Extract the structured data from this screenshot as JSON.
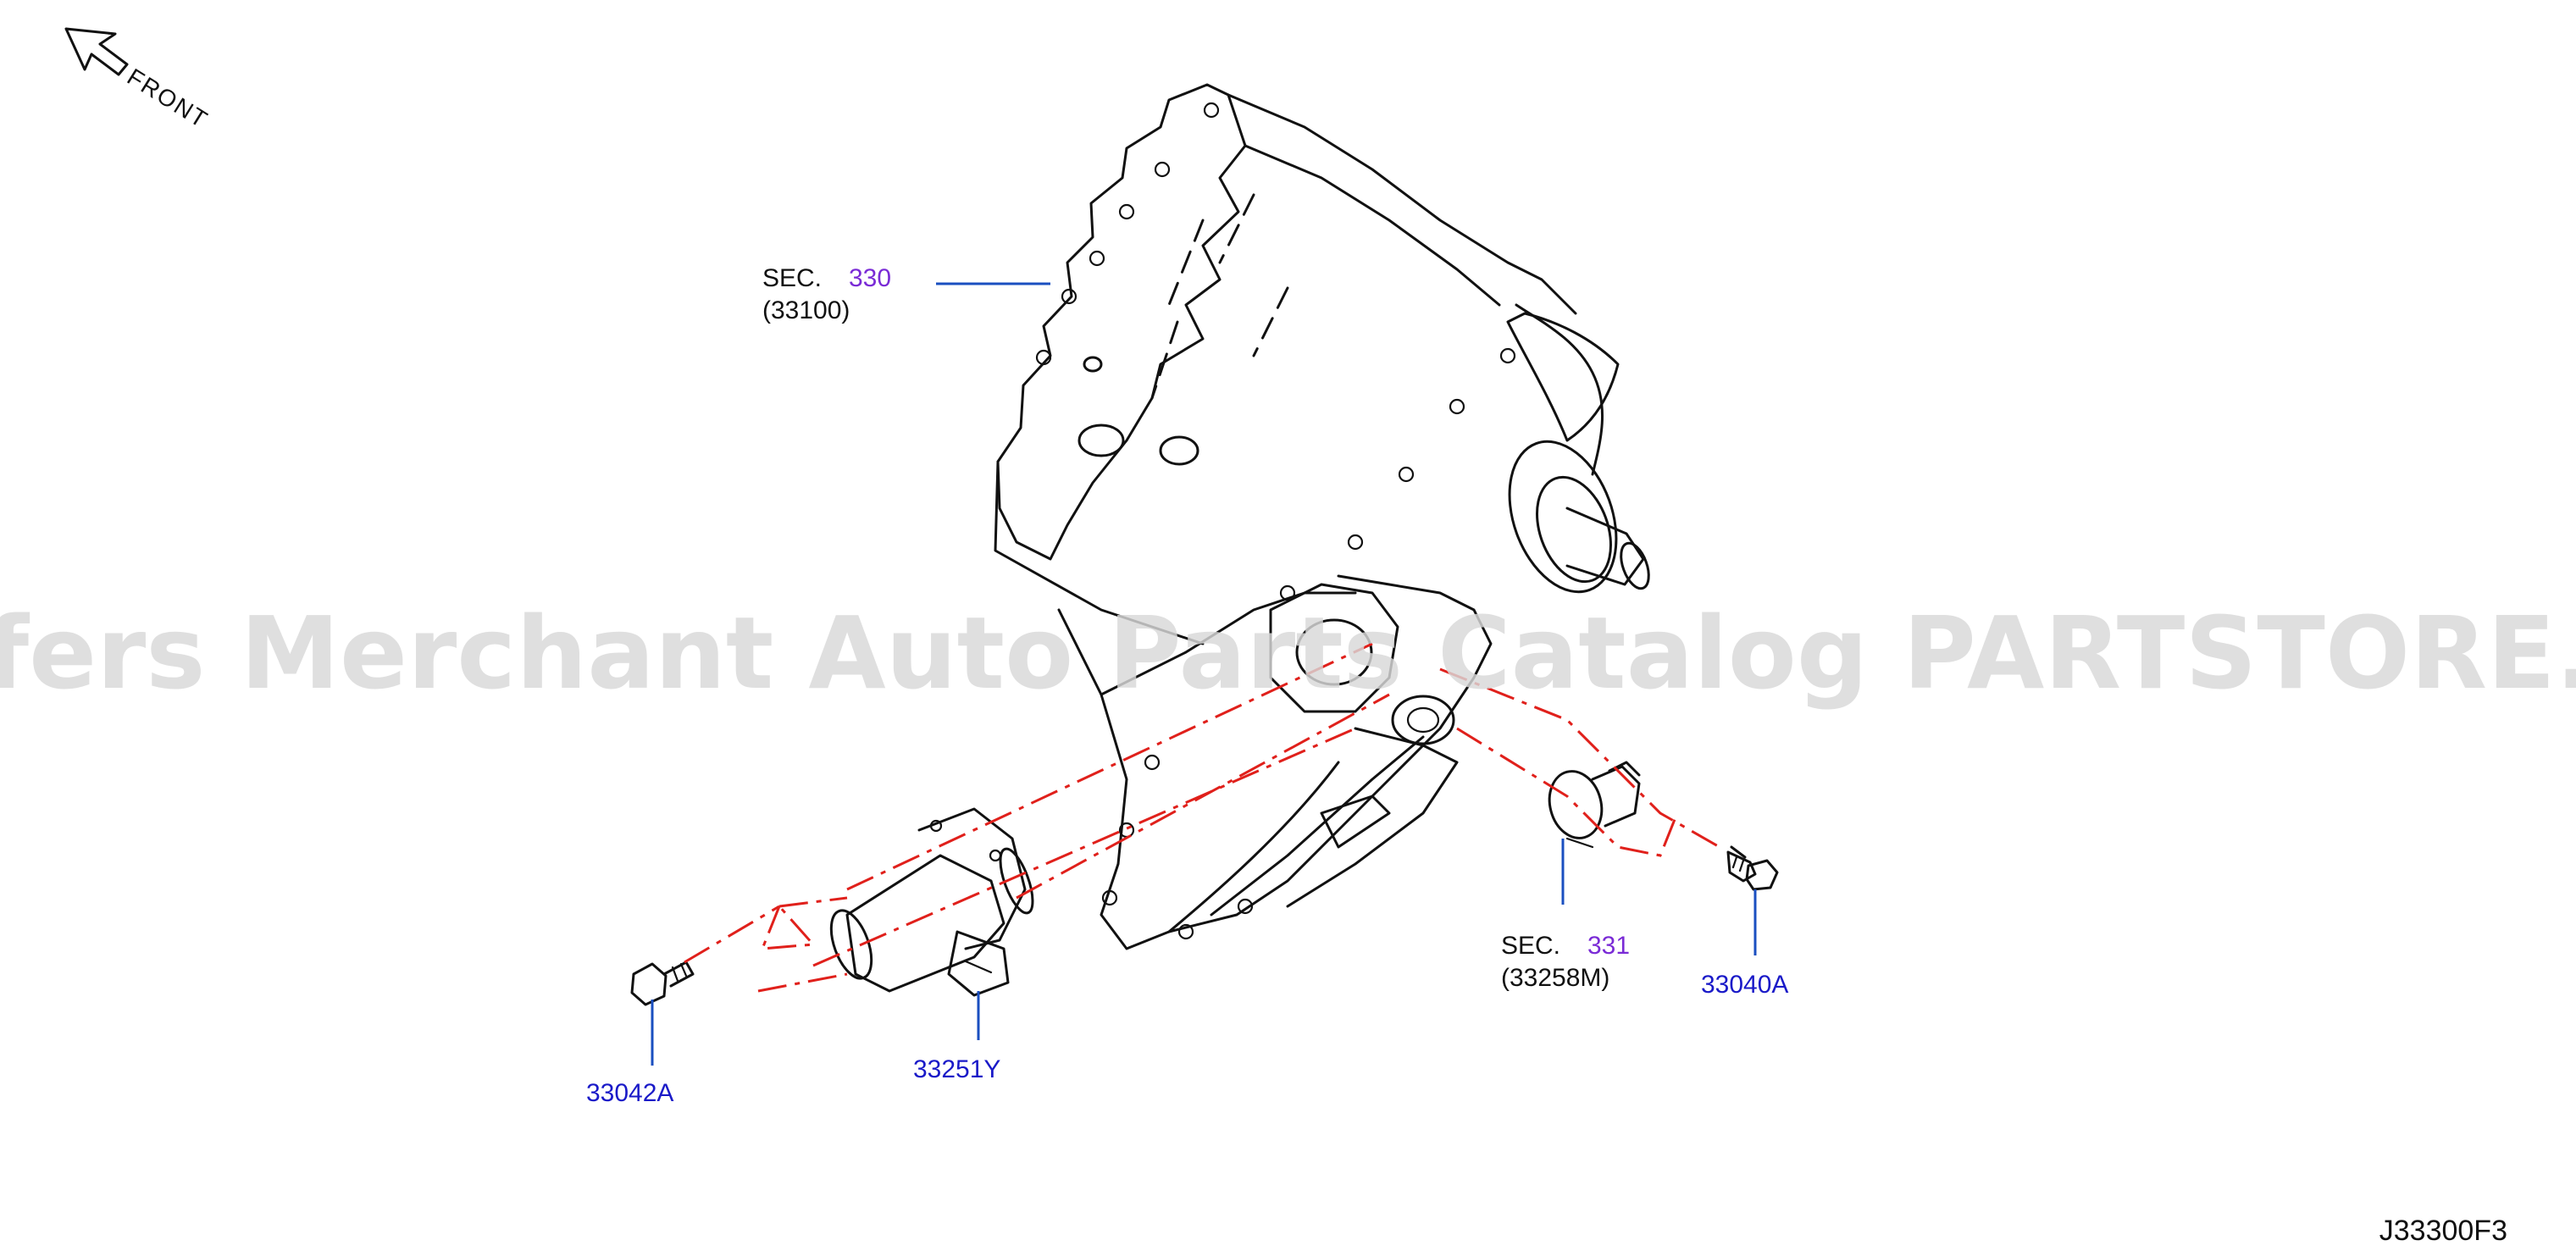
{
  "orientation": {
    "label": "FRONT",
    "icon": "front-arrow-icon"
  },
  "watermark": "Offers Merchant Auto Parts Catalog PARTSTORE.SA",
  "diagram_code": "J33300F3",
  "colors": {
    "part_number": "#1a1ac8",
    "section_number": "#7a2bd6",
    "leader": "#1a4fc0",
    "phantom_line": "#e0201b",
    "outline": "#111111"
  },
  "callouts": {
    "transfer_case": {
      "sec_prefix": "SEC.",
      "sec_number": "330",
      "sub_number": "(33100)"
    },
    "sensor": {
      "sec_prefix": "SEC.",
      "sec_number": "331",
      "sub_number": "(33258M)"
    },
    "bolt_left": {
      "part_number": "33042A"
    },
    "actuator_motor": {
      "part_number": "33251Y"
    },
    "bolt_right": {
      "part_number": "33040A"
    }
  }
}
